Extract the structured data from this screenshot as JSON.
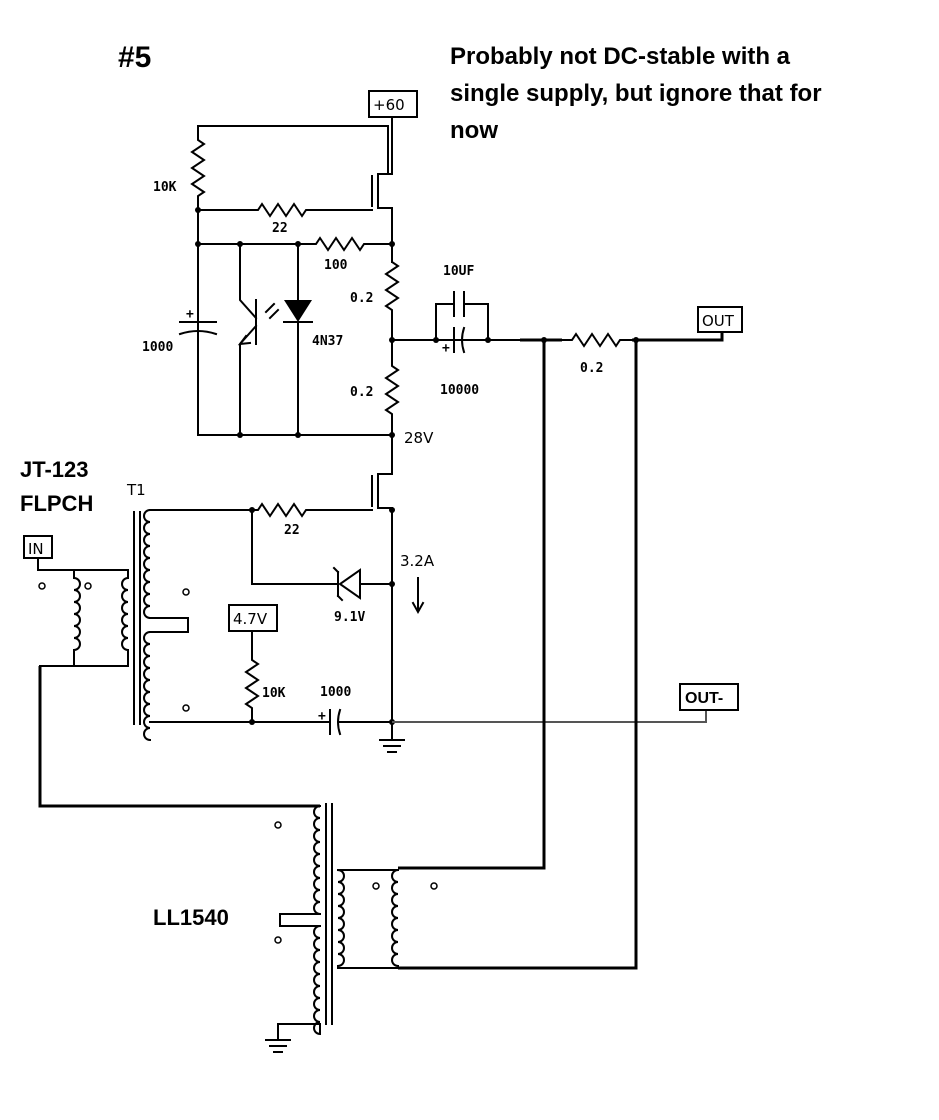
{
  "page": {
    "title": "#5",
    "note": [
      "Probably not DC-stable with a",
      "single supply, but ignore that for",
      "now"
    ]
  },
  "ports": {
    "supply": "+60",
    "out": "OUT",
    "out_minus": "OUT-",
    "in": "IN",
    "bias": "4.7V"
  },
  "parts": {
    "r_10k_top": "10K",
    "r_22_top": "22",
    "r_100": "100",
    "r_02_a": "0.2",
    "r_02_b": "0.2",
    "r_02_out": "0.2",
    "c_10uf": "10UF",
    "c_10000": "10000",
    "c_1000_left": "1000",
    "opto": "4N37",
    "node_28v": "28V",
    "t1": "T1",
    "t1_model": [
      "JT-123",
      "FLPCH"
    ],
    "r_22_bottom": "22",
    "current": "3.2A",
    "zener": "9.1V",
    "r_10k_bottom": "10K",
    "c_1000_bottom": "1000",
    "out_transformer": "LL1540"
  }
}
